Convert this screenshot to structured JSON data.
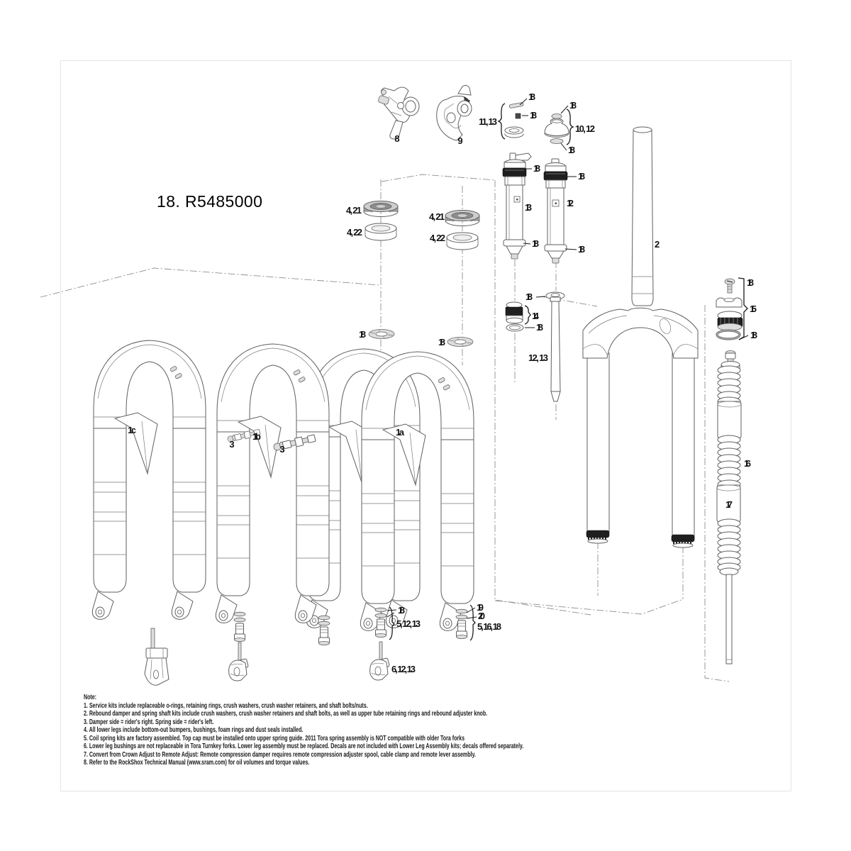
{
  "title": "18. R5485000",
  "diagram": {
    "labels": {
      "p8": "8",
      "p9": "9",
      "g1113_pin": "18",
      "g1113": "11, 13",
      "g1113_sq": "18",
      "g1012_top": "18",
      "g1012": "10, 12",
      "g1012_bot": "18",
      "d13_top": "18",
      "d13": "13",
      "d13_bot": "18",
      "d12_top": "18",
      "d12": "12",
      "d12_bot": "18",
      "steerer": "2",
      "g15_top": "18",
      "g15": "15",
      "g15_bot": "18",
      "sealL1": "4, 21",
      "sealL2": "4, 22",
      "sealR1": "4, 21",
      "sealR2": "4, 22",
      "washL": "18",
      "washR": "18",
      "shaft_top": "18",
      "g14": "14",
      "g14_oring": "18",
      "shaft": "12, 13",
      "f1c": "1c",
      "f1b": "1b",
      "f1a": "1a",
      "rod3a": "3",
      "rod3b": "3",
      "spring": "16",
      "guide": "17",
      "hwC_wash": "18",
      "hwC_bolt": "5, 12, 13",
      "hwC_screw": "6, 12, 13",
      "hwD_19": "19",
      "hwD_20": "20",
      "hwD_bolt": "5, 16, 18"
    }
  },
  "notes": {
    "heading": "Note:",
    "lines": [
      "1. Service kits include replaceable o-rings, retaining rings, crush washers, crush washer retainers, and shaft bolts/nuts.",
      "2. Rebound damper and spring shaft kits include crush washers, crush washer retainers and shaft bolts, as well as upper tube retaining rings and rebound adjuster knob.",
      "3. Damper side = rider's right.  Spring side = rider's left.",
      "4. All lower legs include bottom-out bumpers, bushings, foam rings and dust seals installed.",
      "5. Coil spring kits are factory assembled.  Top cap must be installed onto upper spring guide.  2011 Tora spring assembly is NOT compatible with older Tora forks",
      "6. Lower leg bushings are not replaceable in Tora Turnkey forks.  Lower leg assembly must be replaced. Decals are not included with Lower Leg Assembly kits; decals offered separately.",
      "7. Convert from Crown Adjust to Remote Adjust:  Remote compression damper requires remote compression adjuster spool, cable clamp and remote lever assembly.",
      "8. Refer to the RockShox Technical Manual (www.sram.com) for oil volumes and torque values."
    ]
  }
}
